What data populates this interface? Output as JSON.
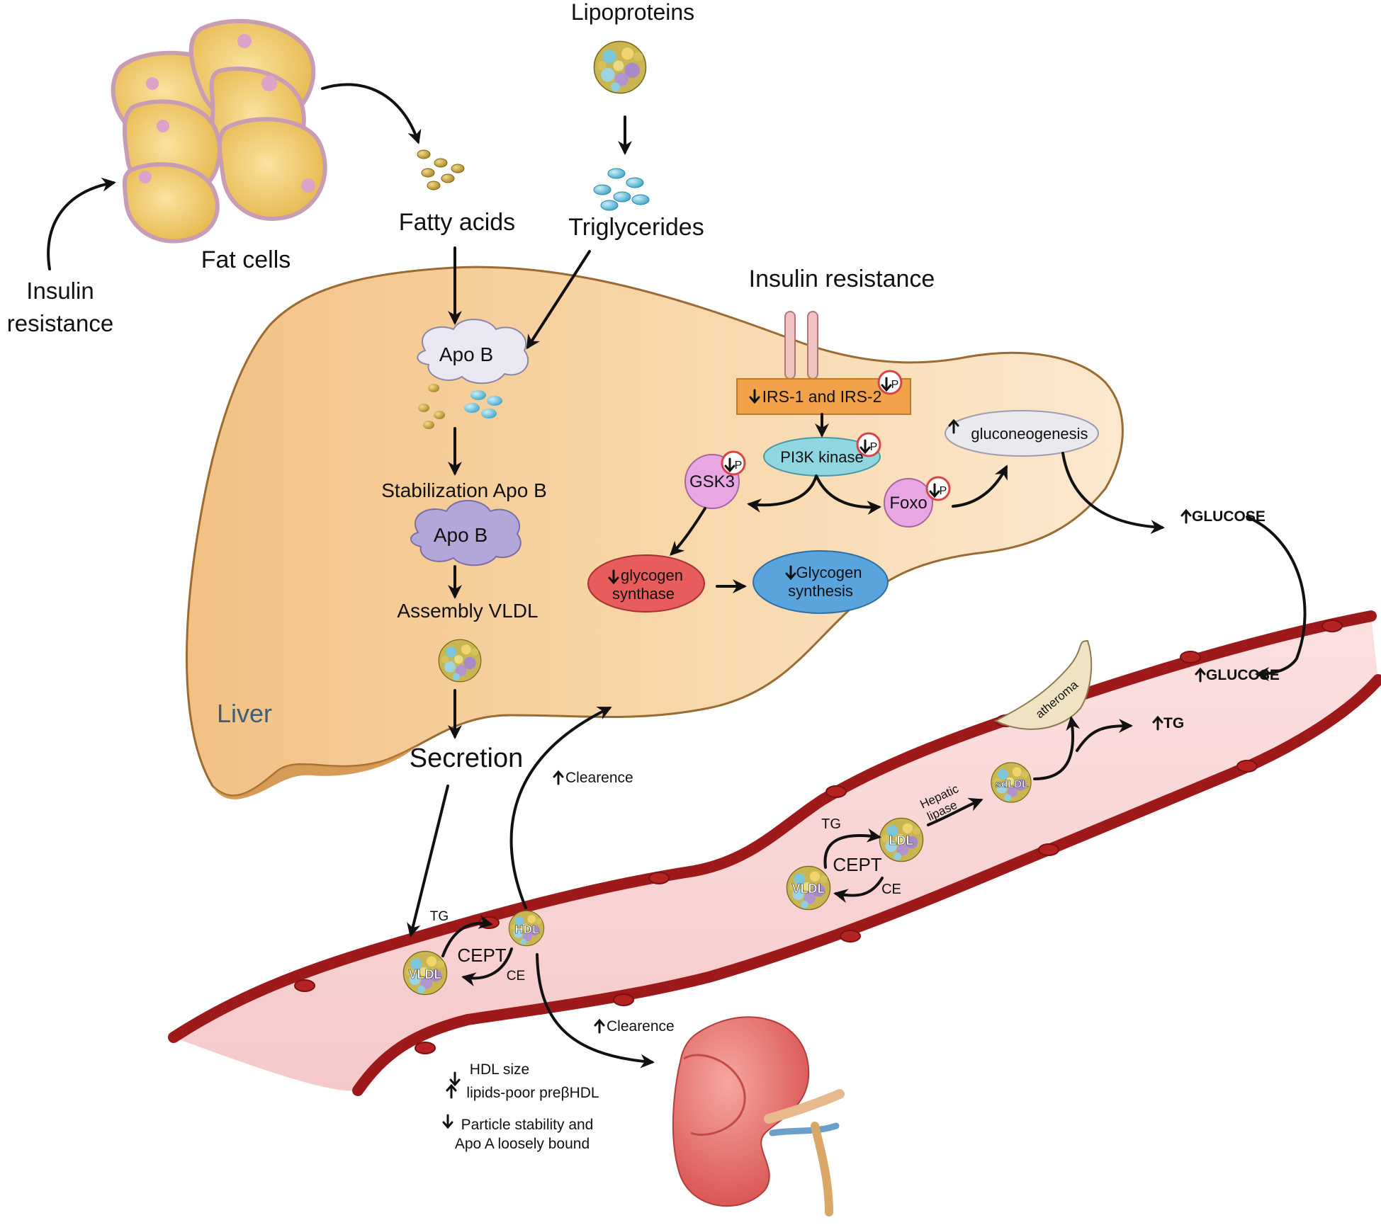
{
  "labels": {
    "lipoproteins": "Lipoproteins",
    "fatty_acids": "Fatty acids",
    "triglycerides": "Triglycerides",
    "fat_cells": "Fat cells",
    "insulin_resistance_left_1": "Insulin",
    "insulin_resistance_left_2": "resistance",
    "insulin_resistance_top": "Insulin resistance",
    "apo_b_1": "Apo B",
    "stabilization": "Stabilization Apo B",
    "apo_b_2": "Apo B",
    "assembly": "Assembly VLDL",
    "liver": "Liver",
    "secretion": "Secretion",
    "irs": "IRS-1 and IRS-2",
    "pi3k": "PI3K kinase",
    "gsk3": "GSK3",
    "foxo": "Foxo",
    "gluconeogenesis": "gluconeogenesis",
    "glycogen_synthase_1": "glycogen",
    "glycogen_synthase_2": "synthase",
    "glycogen_synthesis_1": "Glycogen",
    "glycogen_synthesis_2": "synthesis",
    "p": "P",
    "glucose_1": "GLUCOSE",
    "glucose_2": "GLUCOSE",
    "tg_up": "TG",
    "atheroma": "atheroma",
    "hepatic_lipase_1": "Hepatic",
    "hepatic_lipase_2": "lipase",
    "sdldl": "sdLDL",
    "ldl": "LDL",
    "vldl_right": "VLDL",
    "cept_right": "CEPT",
    "tg_right": "TG",
    "ce_right": "CE",
    "clearance_1": "Clearence",
    "clearance_2": "Clearence",
    "hdl": "HDL",
    "vldl_left": "VLDL",
    "cept_left": "CEPT",
    "tg_left": "TG",
    "ce_left": "CE",
    "hdl_size": "HDL size",
    "prebeta": "lipids-poor preβHDL",
    "stability_1": "Particle stability and",
    "stability_2": "Apo A loosely bound"
  },
  "colors": {
    "liver_fill": "#f6cf9c",
    "vessel_fill": "#f9d2d2",
    "vessel_wall": "#9e1a1a",
    "irs_box": "#f2a34a",
    "pi3k": "#8fd6e0",
    "gsk3": "#e8a6e3",
    "glycogen_synthase": "#e85c5c",
    "glycogen_synthesis": "#5aa4de",
    "gluconeogenesis": "#e9e9ee",
    "apo_b_cloud": "#c6bde6",
    "kidney": "#e46a6a"
  }
}
